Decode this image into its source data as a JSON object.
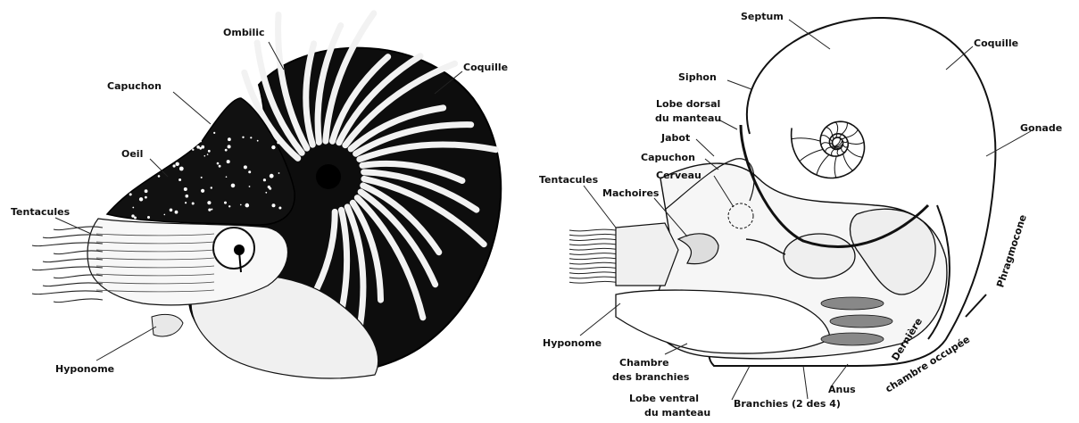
{
  "colors": {
    "ink": "#111111",
    "shell_dark": "#0d0d0d",
    "paper": "#ffffff",
    "tissue": "#f4f4f4"
  },
  "left_figure": {
    "labels": {
      "ombilic": "Ombilic",
      "coquille": "Coquille",
      "capuchon": "Capuchon",
      "oeil": "Oeil",
      "tentacules": "Tentacules",
      "hyponome": "Hyponome"
    }
  },
  "right_figure": {
    "labels": {
      "septum": "Septum",
      "coquille": "Coquille",
      "siphon": "Siphon",
      "lobe_dorsal_1": "Lobe dorsal",
      "lobe_dorsal_2": "du manteau",
      "gonade": "Gonade",
      "jabot": "Jabot",
      "capuchon": "Capuchon",
      "cerveau": "Cerveau",
      "tentacules": "Tentacules",
      "machoires": "Machoires",
      "phragmocone": "Phragmocone",
      "hyponome": "Hyponome",
      "chambre_1": "Chambre",
      "chambre_2": "des branchies",
      "derniere_1": "Dernière",
      "derniere_2": "chambre occupée",
      "anus": "Anus",
      "lobe_ventral_1": "Lobe ventral",
      "lobe_ventral_2": "du manteau",
      "branchies": "Branchies (2 des 4)"
    }
  }
}
